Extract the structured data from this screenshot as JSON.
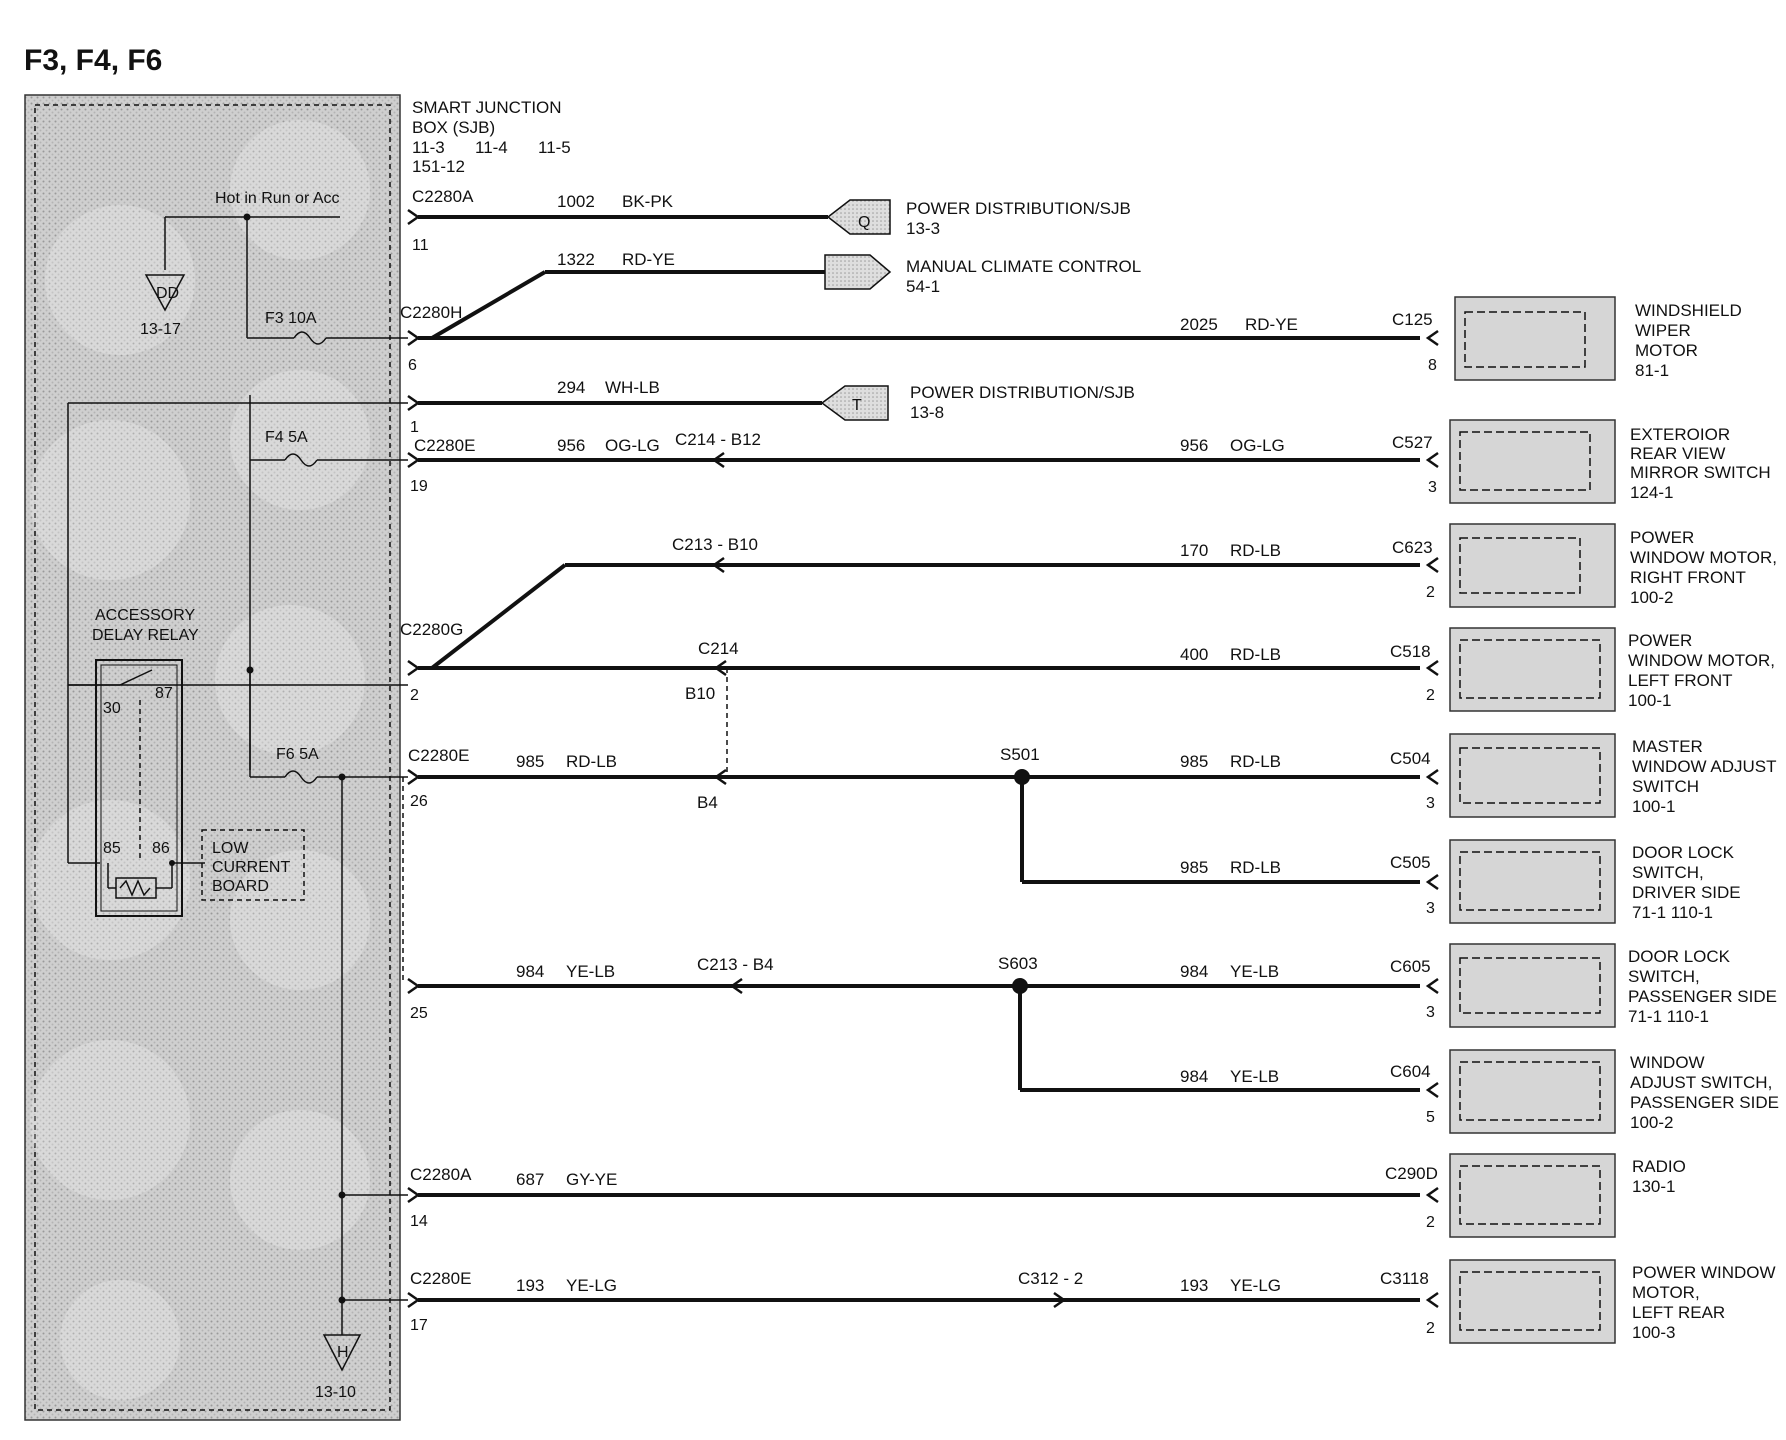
{
  "page_title": "F3, F4, F6",
  "sjb": {
    "title_line1": "SMART  JUNCTION",
    "title_line2": "BOX (SJB)",
    "ref_a": "11-3",
    "ref_b": "11-4",
    "ref_c": "11-5",
    "ref_d": "151-12",
    "hot_label": "Hot in Run or Acc",
    "ground_dd": "DD",
    "ground_dd_ref": "13-17",
    "ground_h": "H",
    "ground_h_ref": "13-10",
    "fuse_f3": "F3  10A",
    "fuse_f4": "F4  5A",
    "fuse_f6": "F6  5A",
    "relay_line1": "ACCESSORY",
    "relay_line2": "DELAY  RELAY",
    "relay_pin30": "30",
    "relay_pin87": "87",
    "relay_pin85": "85",
    "relay_pin86": "86",
    "lcb_line1": "LOW",
    "lcb_line2": "CURRENT",
    "lcb_line3": "BOARD"
  },
  "circuits": [
    {
      "conn": "C2280A",
      "pin": "11",
      "wire": "1002",
      "color": "BK-PK",
      "dest_line1": "POWER DISTRIBUTION/SJB",
      "dest_line2": "13-3",
      "dest_tag": "Q"
    },
    {
      "wire": "1322",
      "color": "RD-YE",
      "dest_line1": "MANUAL CLIMATE CONTROL",
      "dest_line2": "54-1"
    },
    {
      "conn": "C2280H",
      "pin": "6",
      "wire": "2025",
      "color": "RD-YE",
      "end_conn": "C125",
      "end_pin": "8",
      "comp": [
        "WINDSHIELD",
        "WIPER",
        "MOTOR",
        "81-1"
      ]
    },
    {
      "pin": "1",
      "wire": "294",
      "color": "WH-LB",
      "dest_line1": "POWER DISTRIBUTION/SJB",
      "dest_line2": "13-8",
      "dest_tag": "T"
    },
    {
      "conn": "C2280E",
      "pin": "19",
      "wire": "956",
      "color": "OG-LG",
      "inline": "C214  -  B12",
      "wire2": "956",
      "color2": "OG-LG",
      "end_conn": "C527",
      "end_pin": "3",
      "comp": [
        "EXTEROIOR",
        "REAR VIEW",
        "MIRROR SWITCH",
        "124-1"
      ]
    },
    {
      "inline": "C213  -  B10",
      "wire2": "170",
      "color2": "RD-LB",
      "end_conn": "C623",
      "end_pin": "2",
      "comp": [
        "POWER",
        "WINDOW MOTOR,",
        "RIGHT FRONT",
        "100-2"
      ]
    },
    {
      "conn": "C2280G",
      "pin": "2",
      "inline": "C214",
      "inline_pin": "B10",
      "wire2": "400",
      "color2": "RD-LB",
      "end_conn": "C518",
      "end_pin": "2",
      "comp": [
        "POWER",
        "WINDOW MOTOR,",
        "LEFT FRONT",
        "100-1"
      ]
    },
    {
      "conn": "C2280E",
      "pin": "26",
      "wire": "985",
      "color": "RD-LB",
      "inline_pin": "B4",
      "splice": "S501",
      "wire2": "985",
      "color2": "RD-LB",
      "end_conn": "C504",
      "end_pin": "3",
      "comp": [
        "MASTER",
        "WINDOW  ADJUST",
        "SWITCH",
        "100-1"
      ]
    },
    {
      "wire2": "985",
      "color2": "RD-LB",
      "end_conn": "C505",
      "end_pin": "3",
      "comp": [
        "DOOR LOCK",
        "SWITCH,",
        "DRIVER SIDE",
        "71-1        110-1"
      ]
    },
    {
      "pin": "25",
      "wire": "984",
      "color": "YE-LB",
      "inline": "C213  -  B4",
      "splice": "S603",
      "wire2": "984",
      "color2": "YE-LB",
      "end_conn": "C605",
      "end_pin": "3",
      "comp": [
        "DOOR LOCK",
        "SWITCH,",
        "PASSENGER    SIDE",
        "71-1        110-1"
      ]
    },
    {
      "wire2": "984",
      "color2": "YE-LB",
      "end_conn": "C604",
      "end_pin": "5",
      "comp": [
        "WINDOW",
        "ADJUST SWITCH,",
        "PASSENGER SIDE",
        "100-2"
      ]
    },
    {
      "conn": "C2280A",
      "pin": "14",
      "wire": "687",
      "color": "GY-YE",
      "end_conn": "C290D",
      "end_pin": "2",
      "comp": [
        "RADIO",
        "130-1"
      ]
    },
    {
      "conn": "C2280E",
      "pin": "17",
      "wire": "193",
      "color": "YE-LG",
      "inline": "C312  -  2",
      "wire2": "193",
      "color2": "YE-LG",
      "end_conn": "C3118",
      "end_pin": "2",
      "comp": [
        "POWER WINDOW",
        "MOTOR,",
        "LEFT REAR",
        "100-3"
      ]
    }
  ]
}
